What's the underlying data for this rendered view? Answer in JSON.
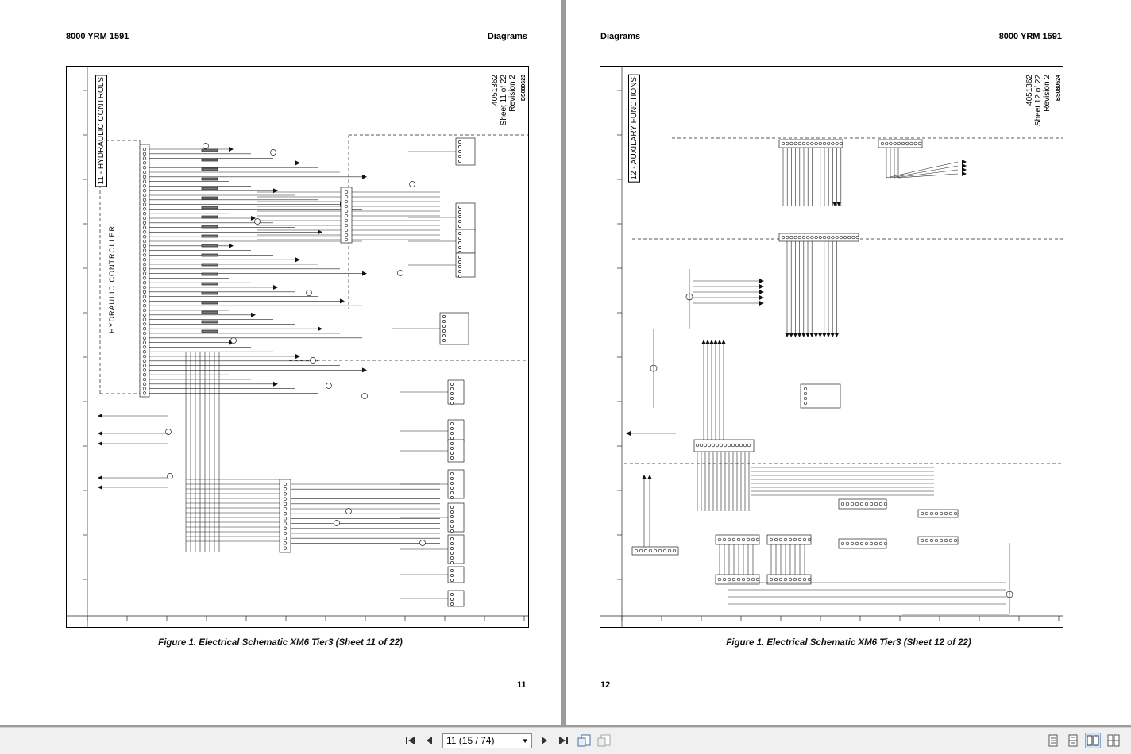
{
  "left_page": {
    "header_left": "8000 YRM 1591",
    "header_right": "Diagrams",
    "sheet_title": "11 - HYDRAULIC CONTROLS",
    "drawing_number": "4051362",
    "sheet": "Sheet 11 of 22",
    "revision": "Revision 2",
    "code": "BS080623",
    "controller_label": "HYDRAULIC CONTROLLER",
    "caption": "Figure 1. Electrical Schematic XM6 Tier3 (Sheet 11 of 22)",
    "page_number": "11"
  },
  "right_page": {
    "header_left": "Diagrams",
    "header_right": "8000 YRM 1591",
    "sheet_title": "12 - AUXILARY FUNCTIONS",
    "drawing_number": "4051362",
    "sheet": "Sheet 12 of 22",
    "revision": "Revision 2",
    "code": "BS080624",
    "caption": "Figure 1. Electrical Schematic XM6 Tier3 (Sheet 12 of 22)",
    "page_number": "12"
  },
  "toolbar": {
    "page_indicator": "11 (15 / 74)",
    "icons": [
      "first-page-icon",
      "previous-page-icon",
      "next-page-icon",
      "last-page-icon",
      "fit-page-icon",
      "fit-width-icon",
      "single-page-view-icon",
      "continuous-view-icon",
      "two-page-view-icon",
      "two-page-continuous-view-icon"
    ]
  }
}
